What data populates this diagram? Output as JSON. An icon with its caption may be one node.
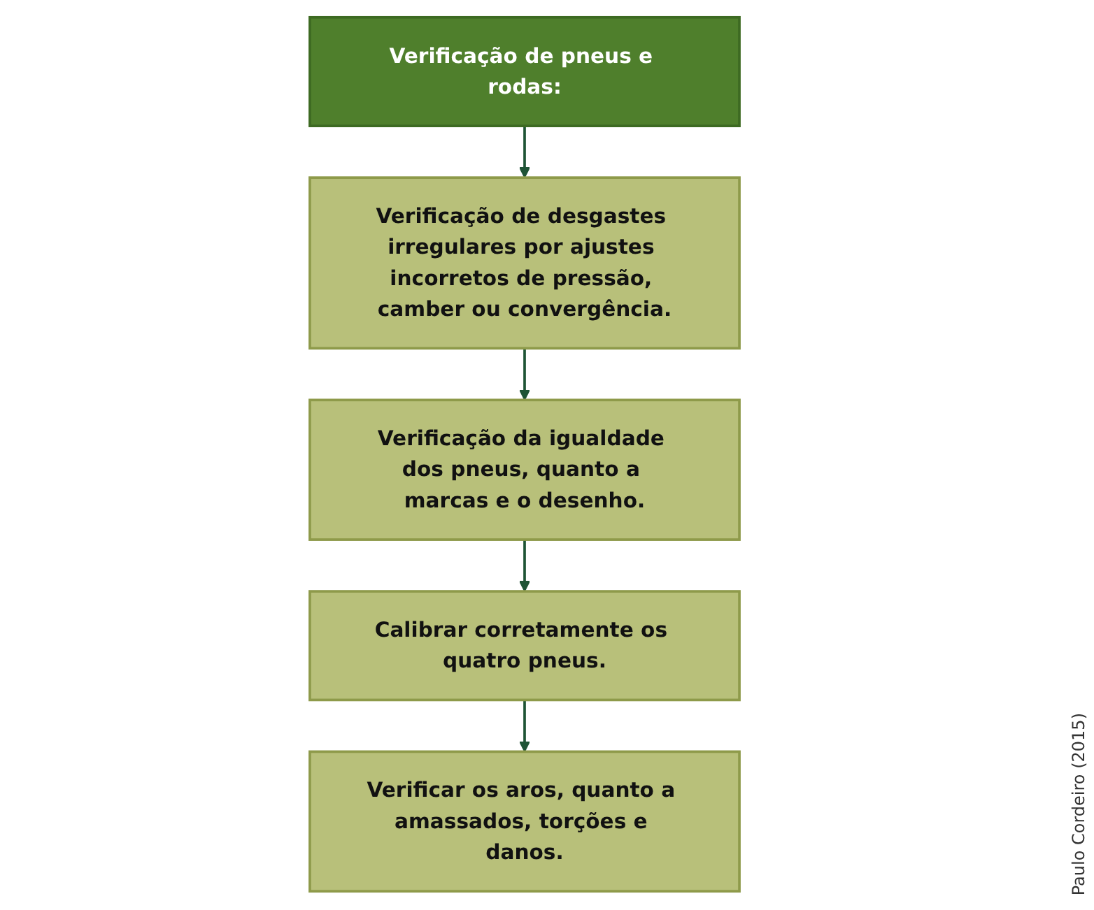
{
  "diagram": {
    "nodes": [
      {
        "text": [
          "Verificação de pneus e rodas:"
        ]
      },
      {
        "text": [
          "Verificação de desgastes irregulares por ajustes incorretos de pressão, camber ou convergência."
        ]
      },
      {
        "text": [
          "Verificação da igualdade dos pneus, quanto a marcas e o desenho."
        ]
      },
      {
        "text": [
          "Calibrar corretamente os quatro pneus."
        ]
      },
      {
        "text": [
          "Verificar os aros, quanto a amassados, torções e danos."
        ]
      }
    ],
    "edges": [
      {
        "from": 0,
        "to": 1,
        "arrow": "to"
      },
      {
        "from": 1,
        "to": 2,
        "arrow": "to"
      },
      {
        "from": 2,
        "to": 3,
        "arrow": "to"
      },
      {
        "from": 3,
        "to": 4,
        "arrow": "to"
      }
    ],
    "labels": [
      "Paulo Cordeiro (2015)"
    ]
  }
}
